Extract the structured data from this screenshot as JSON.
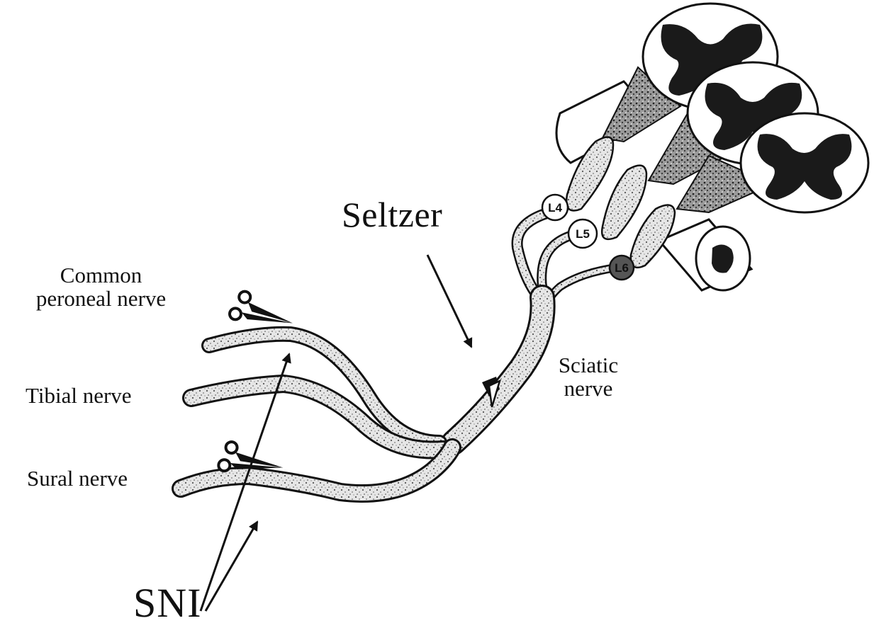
{
  "labels": {
    "common_peroneal": "Common\nperoneal nerve",
    "tibial": "Tibial nerve",
    "sural": "Sural nerve",
    "seltzer": "Seltzer",
    "sciatic": "Sciatic\nnerve",
    "sni": "SNI"
  },
  "roots": [
    "L4",
    "L5",
    "L6"
  ],
  "colors": {
    "ink": "#111111",
    "nerve_fill": "#d8d8d8",
    "cord_gray": "#1a1a1a",
    "background": "#ffffff"
  },
  "icons": [
    "scissors-icon",
    "arrow-icon",
    "ligature-knot-icon"
  ]
}
